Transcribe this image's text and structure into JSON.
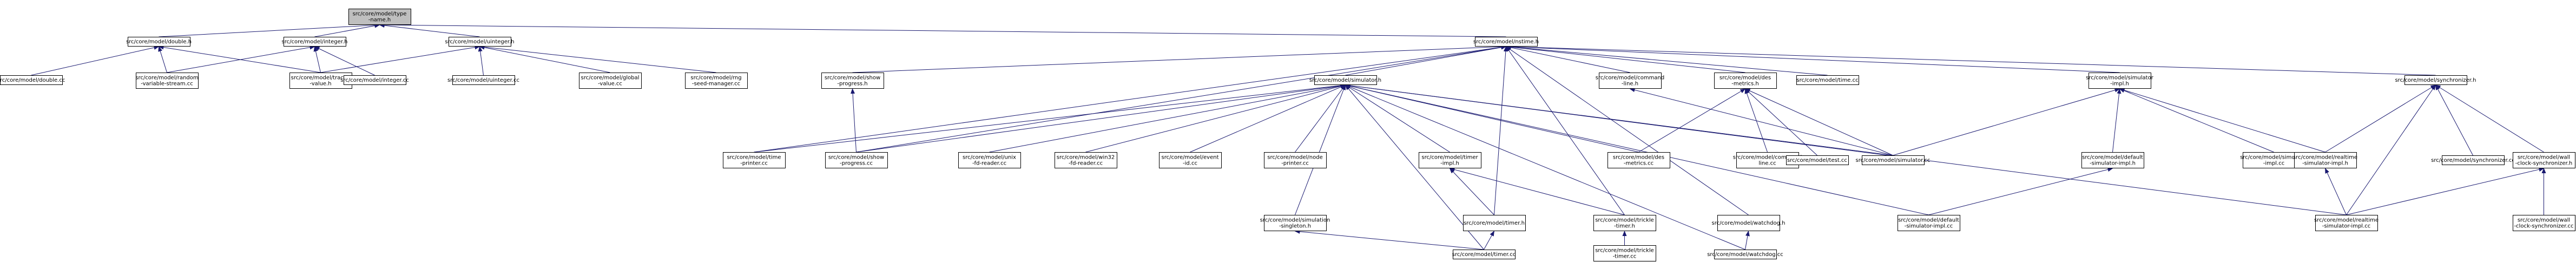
{
  "nodes": [
    {
      "id": "type-name-h",
      "lines": [
        "src/core/model/type",
        "-name.h"
      ],
      "root": true
    },
    {
      "id": "double-h",
      "lines": [
        "src/core/model/double.h"
      ]
    },
    {
      "id": "integer-h",
      "lines": [
        "src/core/model/integer.h"
      ]
    },
    {
      "id": "uinteger-h",
      "lines": [
        "src/core/model/uinteger.h"
      ]
    },
    {
      "id": "nstime-h",
      "lines": [
        "src/core/model/nstime.h"
      ]
    },
    {
      "id": "double-cc",
      "lines": [
        "src/core/model/double.cc"
      ]
    },
    {
      "id": "random-variable-stream-cc",
      "lines": [
        "src/core/model/random",
        "-variable-stream.cc"
      ]
    },
    {
      "id": "traced-value-h",
      "lines": [
        "src/core/model/traced",
        "-value.h"
      ]
    },
    {
      "id": "integer-cc",
      "lines": [
        "src/core/model/integer.cc"
      ]
    },
    {
      "id": "uinteger-cc",
      "lines": [
        "src/core/model/uinteger.cc"
      ]
    },
    {
      "id": "global-value-cc",
      "lines": [
        "src/core/model/global",
        "-value.cc"
      ]
    },
    {
      "id": "rng-seed-manager-cc",
      "lines": [
        "src/core/model/rng",
        "-seed-manager.cc"
      ]
    },
    {
      "id": "show-progress-h",
      "lines": [
        "src/core/model/show",
        "-progress.h"
      ]
    },
    {
      "id": "simulator-h",
      "lines": [
        "src/core/model/simulator.h"
      ]
    },
    {
      "id": "command-line-h",
      "lines": [
        "src/core/model/command",
        "-line.h"
      ]
    },
    {
      "id": "des-metrics-h",
      "lines": [
        "src/core/model/des",
        "-metrics.h"
      ]
    },
    {
      "id": "time-cc",
      "lines": [
        "src/core/model/time.cc"
      ]
    },
    {
      "id": "simulator-impl-h",
      "lines": [
        "src/core/model/simulator",
        "-impl.h"
      ]
    },
    {
      "id": "synchronizer-h",
      "lines": [
        "src/core/model/synchronizer.h"
      ]
    },
    {
      "id": "time-printer-cc",
      "lines": [
        "src/core/model/time",
        "-printer.cc"
      ]
    },
    {
      "id": "show-progress-cc",
      "lines": [
        "src/core/model/show",
        "-progress.cc"
      ]
    },
    {
      "id": "unix-fd-reader-cc",
      "lines": [
        "src/core/model/unix",
        "-fd-reader.cc"
      ]
    },
    {
      "id": "win32-fd-reader-cc",
      "lines": [
        "src/core/model/win32",
        "-fd-reader.cc"
      ]
    },
    {
      "id": "event-id-cc",
      "lines": [
        "src/core/model/event",
        "-id.cc"
      ]
    },
    {
      "id": "node-printer-cc",
      "lines": [
        "src/core/model/node",
        "-printer.cc"
      ]
    },
    {
      "id": "timer-impl-h",
      "lines": [
        "src/core/model/timer",
        "-impl.h"
      ]
    },
    {
      "id": "des-metrics-cc",
      "lines": [
        "src/core/model/des",
        "-metrics.cc"
      ]
    },
    {
      "id": "command-line-cc",
      "lines": [
        "src/core/model/command",
        "line.cc"
      ]
    },
    {
      "id": "test-cc",
      "lines": [
        "src/core/model/test.cc"
      ]
    },
    {
      "id": "simulator-cc",
      "lines": [
        "src/core/model/simulator.cc"
      ]
    },
    {
      "id": "default-simulator-impl-h",
      "lines": [
        "src/core/model/default",
        "-simulator-impl.h"
      ]
    },
    {
      "id": "simulator-impl-cc",
      "lines": [
        "src/core/model/simulator",
        "-impl.cc"
      ]
    },
    {
      "id": "realtime-simulator-impl-h",
      "lines": [
        "src/core/model/realtime",
        "-simulator-impl.h"
      ]
    },
    {
      "id": "synchronizer-cc",
      "lines": [
        "src/core/model/synchronizer.cc"
      ]
    },
    {
      "id": "wall-clock-synchronizer-h",
      "lines": [
        "src/core/model/wall",
        "-clock-synchronizer.h"
      ]
    },
    {
      "id": "simulation-singleton-h",
      "lines": [
        "src/core/model/simulation",
        "-singleton.h"
      ]
    },
    {
      "id": "timer-h",
      "lines": [
        "src/core/model/timer.h"
      ]
    },
    {
      "id": "trickle-timer-h",
      "lines": [
        "src/core/model/trickle",
        "-timer.h"
      ]
    },
    {
      "id": "watchdog-h",
      "lines": [
        "src/core/model/watchdog.h"
      ]
    },
    {
      "id": "default-simulator-impl-cc",
      "lines": [
        "src/core/model/default",
        "-simulator-impl.cc"
      ]
    },
    {
      "id": "realtime-simulator-impl-cc",
      "lines": [
        "src/core/model/realtime",
        "-simulator-impl.cc"
      ]
    },
    {
      "id": "wall-clock-synchronizer-cc",
      "lines": [
        "src/core/model/wall",
        "-clock-synchronizer.cc"
      ]
    },
    {
      "id": "timer-cc",
      "lines": [
        "src/core/model/timer.cc"
      ]
    },
    {
      "id": "trickle-timer-cc",
      "lines": [
        "src/core/model/trickle",
        "-timer.cc"
      ]
    },
    {
      "id": "watchdog-cc",
      "lines": [
        "src/core/model/watchdog.cc"
      ]
    }
  ],
  "edges": [
    [
      "type-name-h",
      "double-h"
    ],
    [
      "type-name-h",
      "integer-h"
    ],
    [
      "type-name-h",
      "uinteger-h"
    ],
    [
      "type-name-h",
      "nstime-h"
    ],
    [
      "double-h",
      "double-cc"
    ],
    [
      "double-h",
      "random-variable-stream-cc"
    ],
    [
      "double-h",
      "traced-value-h"
    ],
    [
      "integer-h",
      "random-variable-stream-cc"
    ],
    [
      "integer-h",
      "traced-value-h"
    ],
    [
      "integer-h",
      "integer-cc"
    ],
    [
      "uinteger-h",
      "traced-value-h"
    ],
    [
      "uinteger-h",
      "uinteger-cc"
    ],
    [
      "uinteger-h",
      "global-value-cc"
    ],
    [
      "uinteger-h",
      "rng-seed-manager-cc"
    ],
    [
      "nstime-h",
      "show-progress-h"
    ],
    [
      "nstime-h",
      "simulator-h"
    ],
    [
      "nstime-h",
      "command-line-h"
    ],
    [
      "nstime-h",
      "des-metrics-h"
    ],
    [
      "nstime-h",
      "time-cc"
    ],
    [
      "nstime-h",
      "simulator-impl-h"
    ],
    [
      "nstime-h",
      "synchronizer-h"
    ],
    [
      "nstime-h",
      "time-printer-cc"
    ],
    [
      "nstime-h",
      "show-progress-cc"
    ],
    [
      "nstime-h",
      "timer-h"
    ],
    [
      "nstime-h",
      "trickle-timer-h"
    ],
    [
      "nstime-h",
      "watchdog-h"
    ],
    [
      "show-progress-h",
      "show-progress-cc"
    ],
    [
      "simulator-h",
      "time-printer-cc"
    ],
    [
      "simulator-h",
      "show-progress-cc"
    ],
    [
      "simulator-h",
      "unix-fd-reader-cc"
    ],
    [
      "simulator-h",
      "win32-fd-reader-cc"
    ],
    [
      "simulator-h",
      "event-id-cc"
    ],
    [
      "simulator-h",
      "node-printer-cc"
    ],
    [
      "simulator-h",
      "timer-impl-h"
    ],
    [
      "simulator-h",
      "simulation-singleton-h"
    ],
    [
      "simulator-h",
      "timer-cc"
    ],
    [
      "simulator-h",
      "watchdog-cc"
    ],
    [
      "simulator-h",
      "des-metrics-cc"
    ],
    [
      "simulator-h",
      "simulator-cc"
    ],
    [
      "simulator-h",
      "default-simulator-impl-cc"
    ],
    [
      "simulator-h",
      "realtime-simulator-impl-cc"
    ],
    [
      "command-line-h",
      "simulator-cc"
    ],
    [
      "des-metrics-h",
      "des-metrics-cc"
    ],
    [
      "des-metrics-h",
      "command-line-cc"
    ],
    [
      "des-metrics-h",
      "test-cc"
    ],
    [
      "des-metrics-h",
      "simulator-cc"
    ],
    [
      "simulator-impl-h",
      "simulator-cc"
    ],
    [
      "simulator-impl-h",
      "default-simulator-impl-h"
    ],
    [
      "simulator-impl-h",
      "simulator-impl-cc"
    ],
    [
      "simulator-impl-h",
      "realtime-simulator-impl-h"
    ],
    [
      "synchronizer-h",
      "realtime-simulator-impl-h"
    ],
    [
      "synchronizer-h",
      "synchronizer-cc"
    ],
    [
      "synchronizer-h",
      "wall-clock-synchronizer-h"
    ],
    [
      "synchronizer-h",
      "realtime-simulator-impl-cc"
    ],
    [
      "timer-impl-h",
      "timer-h"
    ],
    [
      "timer-impl-h",
      "trickle-timer-h"
    ],
    [
      "default-simulator-impl-h",
      "default-simulator-impl-cc"
    ],
    [
      "realtime-simulator-impl-h",
      "realtime-simulator-impl-cc"
    ],
    [
      "wall-clock-synchronizer-h",
      "realtime-simulator-impl-cc"
    ],
    [
      "wall-clock-synchronizer-h",
      "wall-clock-synchronizer-cc"
    ],
    [
      "simulation-singleton-h",
      "timer-cc"
    ],
    [
      "timer-h",
      "timer-cc"
    ],
    [
      "trickle-timer-h",
      "trickle-timer-cc"
    ],
    [
      "watchdog-h",
      "watchdog-cc"
    ]
  ]
}
